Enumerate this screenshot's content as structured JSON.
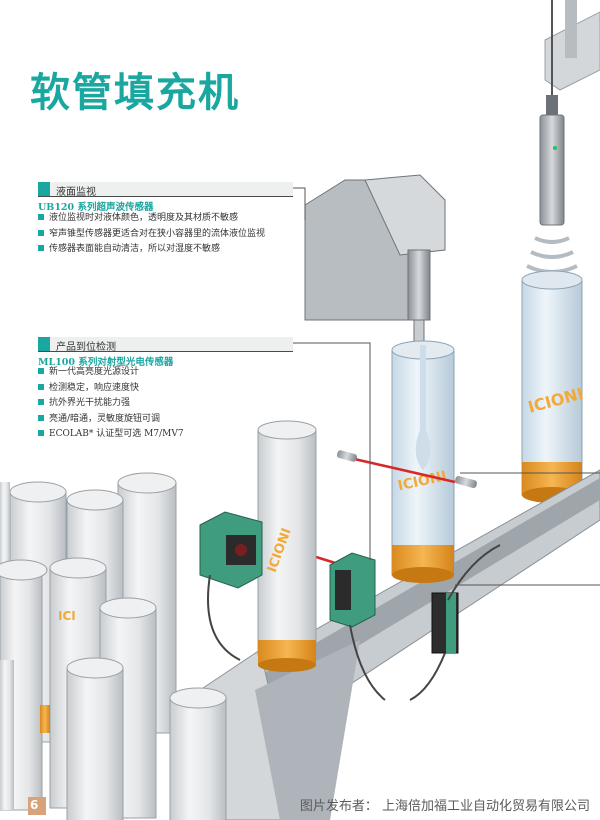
{
  "page": {
    "title": "软管填充机",
    "page_number": "6",
    "credit": "图片发布者： 上海倍加福工业自动化贸易有限公司"
  },
  "sections": [
    {
      "heading": "液面监视",
      "subheading": "UB120 系列超声波传感器",
      "bullets": [
        "液位监视时对液体颜色，透明度及其材质不敏感",
        "窄声锥型传感器更适合对在狭小容器里的流体液位监视",
        "传感器表面能自动清洁，所以对湿度不敏感"
      ]
    },
    {
      "heading": "产品到位检测",
      "subheading": "ML100 系列对射型光电传感器",
      "bullets": [
        "新一代高亮度光源设计",
        "检测稳定，响应速度快",
        "抗外界光干扰能力强",
        "亮通/暗通，灵敏度旋钮可调",
        "ECOLAB* 认证型可选 M7/MV7"
      ]
    }
  ],
  "colors": {
    "accent": "#1aa7a0",
    "tube_band": "#f2a93b",
    "sensor_green": "#3f9c7e"
  }
}
